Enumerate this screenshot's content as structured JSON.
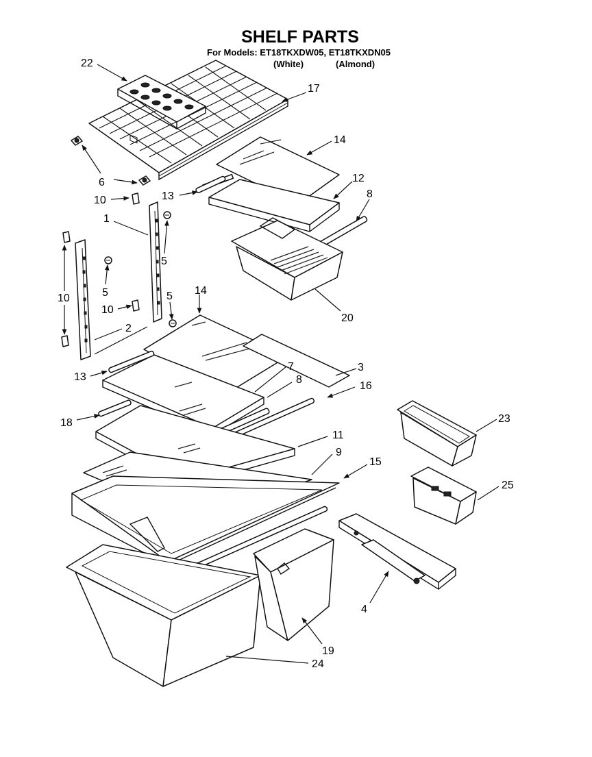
{
  "header": {
    "title": "SHELF PARTS",
    "models_line": "For Models: ET18TKXDW05, ET18TKXDN05",
    "variant_white": "(White)",
    "variant_almond": "(Almond)"
  },
  "callouts": {
    "c22": "22",
    "c17": "17",
    "c14a": "14",
    "c6": "6",
    "c12": "12",
    "c13a": "13",
    "c8a": "8",
    "c10a": "10",
    "c1": "1",
    "c5a": "5",
    "c5b": "5",
    "c10b": "10",
    "c10c": "10",
    "c5c": "5",
    "c14b": "14",
    "c20": "20",
    "c2": "2",
    "c3": "3",
    "c7": "7",
    "c13b": "13",
    "c8b": "8",
    "c16": "16",
    "c18": "18",
    "c11": "11",
    "c9": "9",
    "c15": "15",
    "c23": "23",
    "c25": "25",
    "c4": "4",
    "c19": "19",
    "c24": "24"
  }
}
